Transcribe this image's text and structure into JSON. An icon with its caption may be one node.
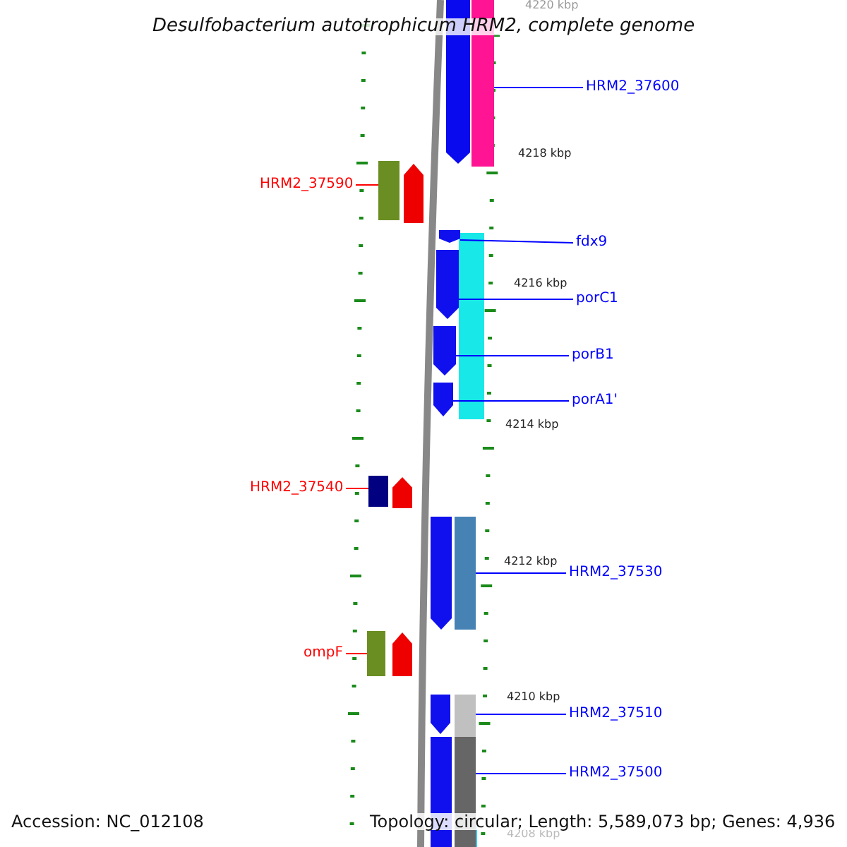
{
  "diagram": {
    "title": "Desulfobacterium autotrophicum HRM2, complete genome",
    "nodes": [
      {
        "text": [
          "HRM2_37600"
        ]
      },
      {
        "text": [],
        "shape": "bar"
      },
      {
        "text": [
          "HRM2_37590"
        ]
      },
      {
        "text": [],
        "shape": "bar"
      },
      {
        "text": [
          "fdx9"
        ]
      },
      {
        "text": [],
        "shape": "arrow"
      },
      {
        "text": [
          "porC1"
        ]
      },
      {
        "text": [],
        "shape": "arrow"
      },
      {
        "text": [
          "porB1"
        ]
      },
      {
        "text": [],
        "shape": "arrow"
      },
      {
        "text": [
          "porA1'"
        ]
      },
      {
        "text": [],
        "shape": "arrow"
      },
      {
        "text": [
          "HRM2_37540"
        ]
      },
      {
        "text": [],
        "shape": "bar"
      },
      {
        "text": [
          "HRM2_37530"
        ]
      },
      {
        "text": [],
        "shape": "bar"
      },
      {
        "text": [
          "ompF"
        ]
      },
      {
        "text": [],
        "shape": "bar"
      },
      {
        "text": [
          "HRM2_37510"
        ]
      },
      {
        "text": [],
        "shape": "bar"
      },
      {
        "text": [
          "HRM2_37500"
        ]
      },
      {
        "text": [],
        "shape": "bar"
      }
    ],
    "edges": [
      {
        "from": 0,
        "to": 1,
        "arrow": "none",
        "color": "#0000ff"
      },
      {
        "from": 2,
        "to": 3,
        "arrow": "none",
        "color": "#ff0000"
      },
      {
        "from": 4,
        "to": 5,
        "arrow": "none",
        "color": "#0000ff"
      },
      {
        "from": 6,
        "to": 7,
        "arrow": "none",
        "color": "#0000ff"
      },
      {
        "from": 8,
        "to": 9,
        "arrow": "none",
        "color": "#0000ff"
      },
      {
        "from": 10,
        "to": 11,
        "arrow": "none",
        "color": "#0000ff"
      },
      {
        "from": 12,
        "to": 13,
        "arrow": "none",
        "color": "#ff0000"
      },
      {
        "from": 14,
        "to": 15,
        "arrow": "none",
        "color": "#0000ff"
      },
      {
        "from": 16,
        "to": 17,
        "arrow": "none",
        "color": "#ff0000"
      },
      {
        "from": 18,
        "to": 19,
        "arrow": "none",
        "color": "#0000ff"
      },
      {
        "from": 20,
        "to": 21,
        "arrow": "none",
        "color": "#0000ff"
      }
    ],
    "labels": [
      "4220 kbp",
      "4218 kbp",
      "4216 kbp",
      "4214 kbp",
      "4212 kbp",
      "4210 kbp",
      "4208 kbp",
      "Accession: NC_012108",
      "Topology: circular; Length: 5,589,073 bp; Genes: 4,936"
    ]
  }
}
